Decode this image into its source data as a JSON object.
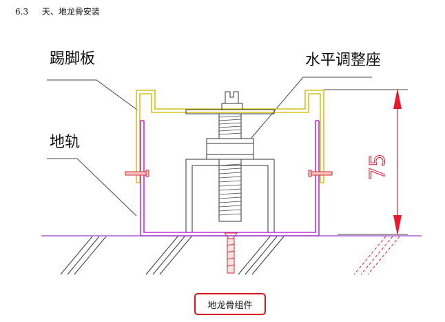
{
  "section": {
    "number": "6.3",
    "title": "天、地龙骨安装"
  },
  "labels": {
    "baseboard": "踢脚板",
    "floor_track": "地轨",
    "leveling_seat": "水平调整座",
    "dimension": "75"
  },
  "caption": "地龙骨组件",
  "colors": {
    "baseboard": "#d4c21c",
    "track": "#c02fd6",
    "dimension": "#e8192c",
    "leader": "#444444",
    "ground": "#9a3cc8"
  }
}
